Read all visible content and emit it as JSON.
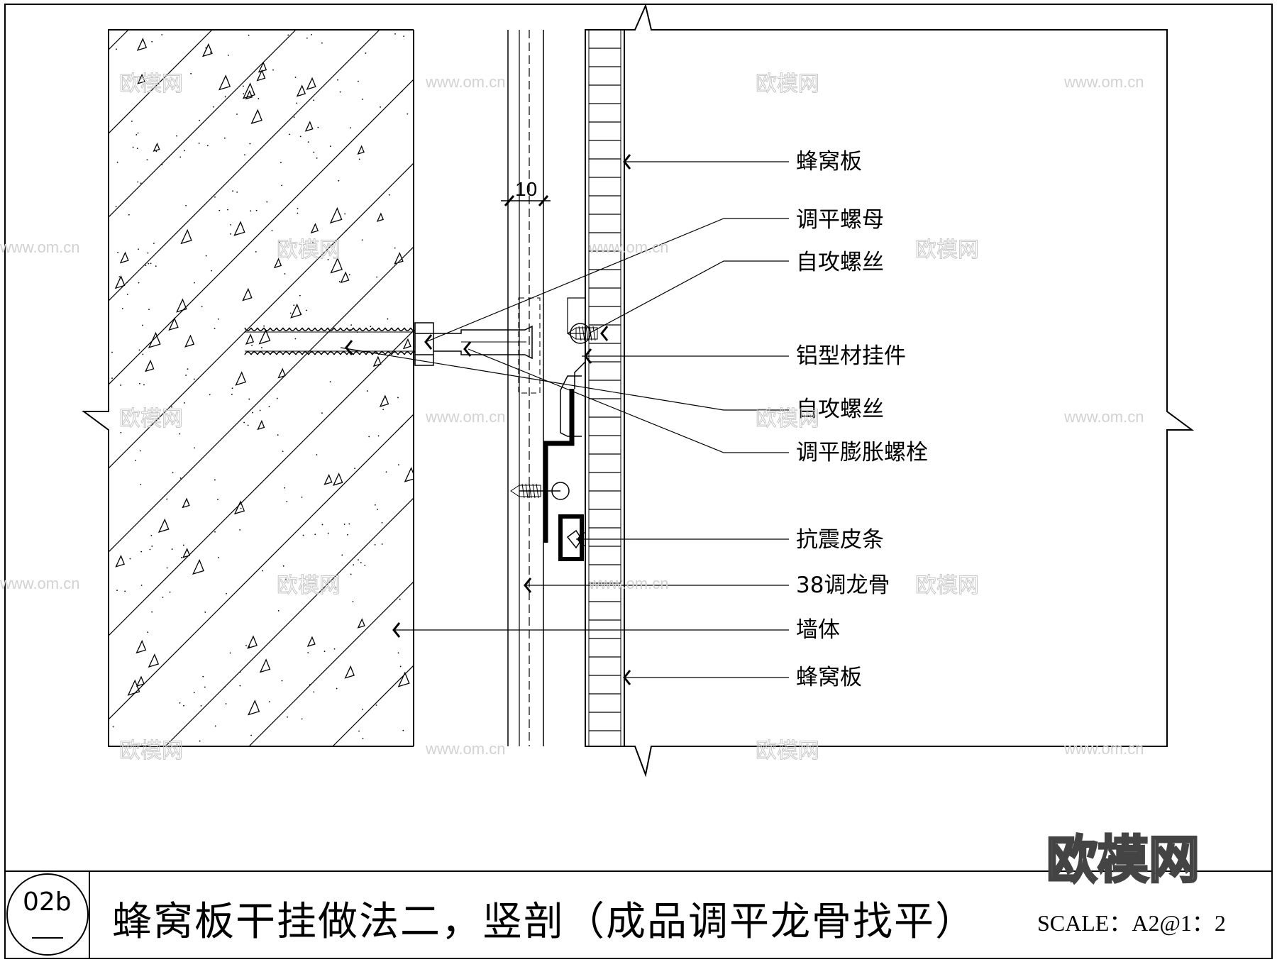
{
  "drawing": {
    "callouts": [
      {
        "id": "honeycomb-top",
        "label": "蜂窝板"
      },
      {
        "id": "leveling-nut",
        "label": "调平螺母"
      },
      {
        "id": "tapping-screw-top",
        "label": "自攻螺丝"
      },
      {
        "id": "aluminum-hanger",
        "label": "铝型材挂件"
      },
      {
        "id": "tapping-screw-mid",
        "label": "自攻螺丝"
      },
      {
        "id": "leveling-anchor",
        "label": "调平膨胀螺栓"
      },
      {
        "id": "seismic-strip",
        "label": "抗震皮条"
      },
      {
        "id": "keel-38",
        "label": "38调龙骨"
      },
      {
        "id": "wall",
        "label": "墙体"
      },
      {
        "id": "honeycomb-bottom",
        "label": "蜂窝板"
      }
    ],
    "dimension": "10"
  },
  "title_block": {
    "code": "02b",
    "title": "蜂窝板干挂做法二，竖剖（成品调平龙骨找平）",
    "scale": "SCALE：A2@1：2"
  },
  "watermarks": {
    "brand": "欧模网",
    "url": "www.om.cn"
  },
  "logo": "欧模网",
  "colors": {
    "line": "#000000",
    "watermark": "#c8c8c8",
    "background": "#ffffff"
  }
}
